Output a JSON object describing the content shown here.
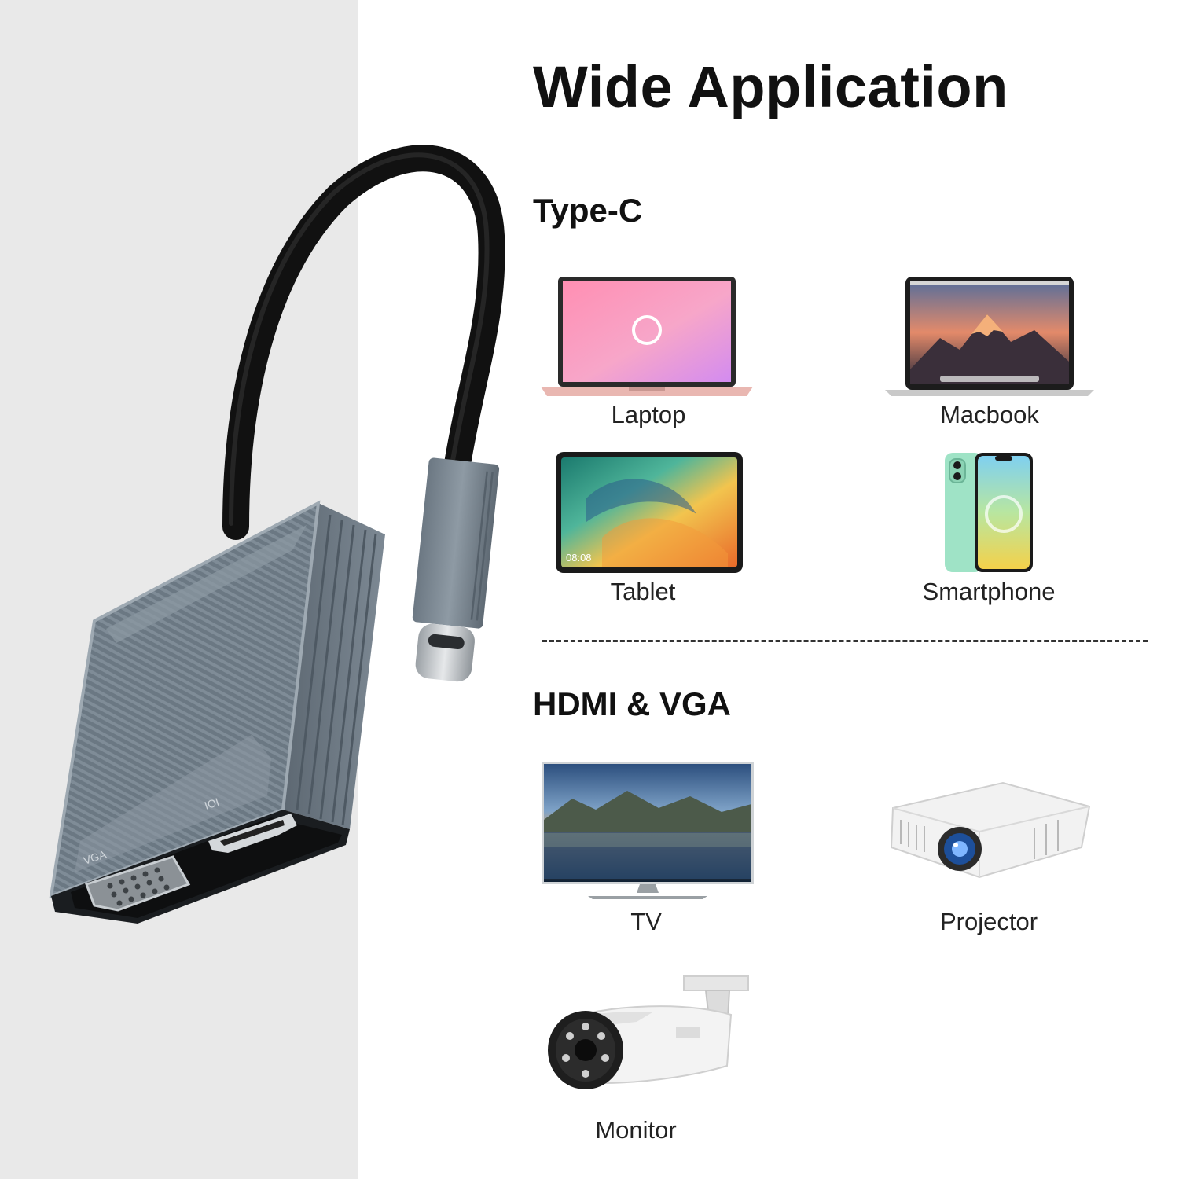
{
  "header": {
    "title": "Wide Application"
  },
  "sections": [
    {
      "heading": "Type-C",
      "devices": [
        {
          "label": "Laptop",
          "icon": "laptop-icon"
        },
        {
          "label": "Macbook",
          "icon": "macbook-icon"
        },
        {
          "label": "Tablet",
          "icon": "tablet-icon"
        },
        {
          "label": "Smartphone",
          "icon": "smartphone-icon"
        }
      ]
    },
    {
      "heading": "HDMI & VGA",
      "devices": [
        {
          "label": "TV",
          "icon": "tv-icon"
        },
        {
          "label": "Projector",
          "icon": "projector-icon"
        },
        {
          "label": "Monitor",
          "icon": "security-camera-icon"
        }
      ]
    }
  ],
  "product": {
    "port_labels": [
      "VGA",
      "IOI"
    ],
    "tablet_clock": "08:08"
  },
  "colors": {
    "background": "#ffffff",
    "side_panel": "#e9e9e9",
    "adapter_body": "#6e7c88",
    "cable": "#111111",
    "text": "#111111"
  }
}
